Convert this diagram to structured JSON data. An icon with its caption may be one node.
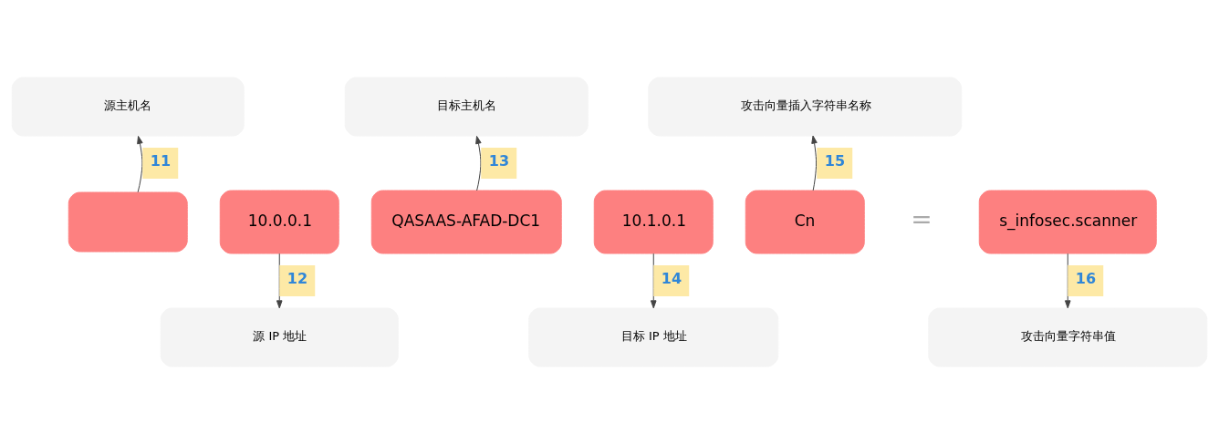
{
  "diagram": {
    "nodes": [
      {
        "text": [
          "源主机名"
        ]
      },
      {
        "text": [
          "目标主机名"
        ]
      },
      {
        "text": [
          "攻击向量插入字符串名称"
        ]
      },
      {
        "text": [],
        "shape": "box"
      },
      {
        "text": [
          "10.0.0.1"
        ]
      },
      {
        "text": [
          "QASAAS-AFAD-DC1"
        ]
      },
      {
        "text": [
          "10.1.0.1"
        ]
      },
      {
        "text": [
          "Cn"
        ]
      },
      {
        "text": [
          "s_infosec.scanner"
        ]
      },
      {
        "text": [
          "源 IP 地址"
        ]
      },
      {
        "text": [
          "目标 IP 地址"
        ]
      },
      {
        "text": [
          "攻击向量字符串值"
        ]
      }
    ],
    "edges": [
      {
        "from": 3,
        "to": 0,
        "arrow": "to",
        "label": "11"
      },
      {
        "from": 4,
        "to": 9,
        "arrow": "to",
        "label": "12"
      },
      {
        "from": 5,
        "to": 1,
        "arrow": "to",
        "label": "13"
      },
      {
        "from": 6,
        "to": 10,
        "arrow": "to",
        "label": "14"
      },
      {
        "from": 7,
        "to": 2,
        "arrow": "to",
        "label": "15"
      },
      {
        "from": 8,
        "to": 11,
        "arrow": "to",
        "label": "16"
      }
    ],
    "labels": [
      "="
    ]
  }
}
